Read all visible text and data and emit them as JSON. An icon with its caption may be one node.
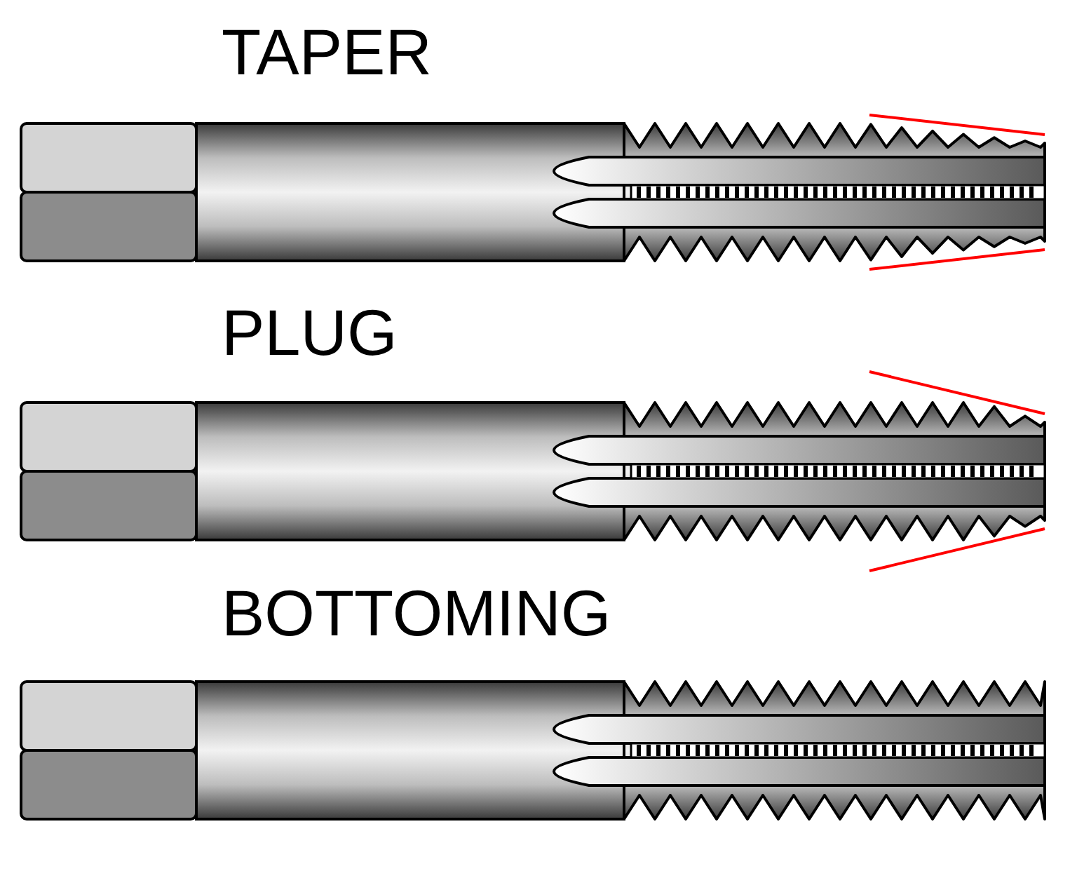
{
  "diagram": {
    "labels": [
      "TAPER",
      "PLUG",
      "BOTTOMING"
    ]
  }
}
